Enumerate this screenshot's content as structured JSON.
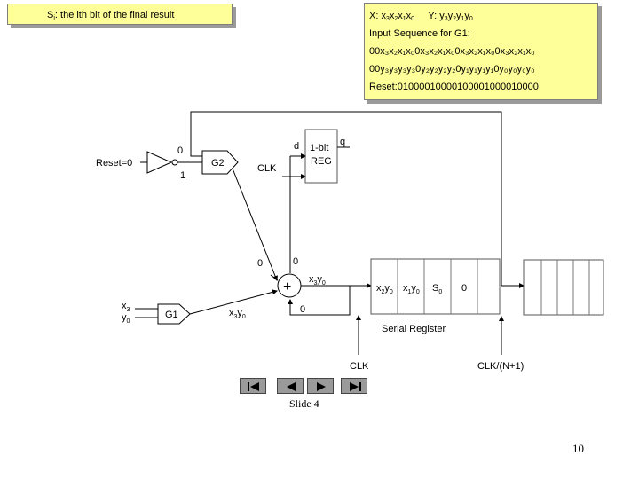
{
  "note_left": {
    "s": "S",
    "i": "i",
    "rest": ": the ith bit of the final result"
  },
  "note_right": {
    "xy_line": {
      "x_label": "X: x",
      "x_subs": [
        "3",
        "2",
        "1",
        "0"
      ],
      "y_label": "Y: y",
      "y_subs": [
        "3",
        "2",
        "1",
        "0"
      ]
    },
    "input_seq_title": "Input Sequence for G1:",
    "seq_line_1": "00x₃x₂x₁x₀0x₃x₂x₁x₀0x₃x₂x₁x₀0x₃x₂x₁x₀",
    "seq_line_2": "00y₃y₃y₃y₃0y₂y₂y₂y₂0y₁y₁y₁y₁0y₀y₀y₀y₀",
    "reset_line": "Reset:01000010000100001000010000"
  },
  "diagram": {
    "reset_label": "Reset=0",
    "g2": "G2",
    "g1": "G1",
    "reg_line1": "1-bit",
    "reg_line2": "REG",
    "d": "d",
    "q": "q",
    "clk_reg": "CLK",
    "zero_top": "0",
    "one_bottom": "1",
    "zero_left_adder": "0",
    "zero_top_adder": "0",
    "zero_bottom_adder": "0",
    "plus": "+",
    "x3": "x",
    "x3_sub": "3",
    "y0": "y",
    "y0_sub": "0",
    "out_x3y0": "x",
    "out_x3y0_sub1": "3",
    "out_y": "y",
    "out_y_sub": "0",
    "g1_out_x": "x",
    "g1_out_sub1": "3",
    "g1_out_y": "y",
    "g1_out_sub2": "0",
    "sr_cells": [
      {
        "a": "x",
        "as": "2",
        "b": "y",
        "bs": "0"
      },
      {
        "a": "x",
        "as": "1",
        "b": "y",
        "bs": "0"
      },
      {
        "a": "S",
        "as": "0",
        "b": "",
        "bs": ""
      },
      {
        "a": "0",
        "as": "",
        "b": "",
        "bs": ""
      }
    ],
    "serial_register": "Serial Register",
    "clk_bottom": "CLK",
    "clk_n1": "CLK/(N+1)"
  },
  "nav": {
    "buttons": [
      "first-icon",
      "prev-icon",
      "next-icon",
      "last-icon"
    ]
  },
  "slide_label": "Slide 4",
  "page_number": "10"
}
